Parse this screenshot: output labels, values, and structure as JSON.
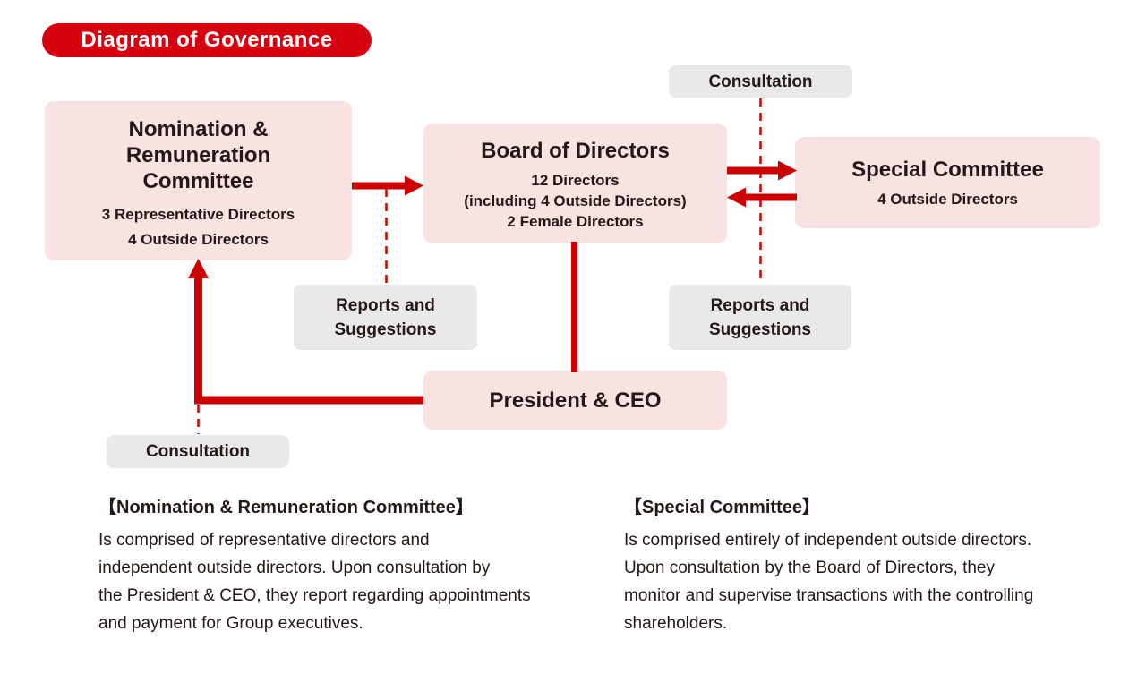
{
  "colors": {
    "badge-red": "#d7000f",
    "red": "#cc0202",
    "pink": "#f8e2e2",
    "gray": "#e9e9e9",
    "text": "#231815",
    "background": "#ffffff"
  },
  "header": {
    "title": "Diagram of Governance"
  },
  "diagram": {
    "nomination": {
      "title": "Nomination &\nRemuneration\nCommittee",
      "details": "3 Representative Directors\n4 Outside Directors"
    },
    "board": {
      "title": "Board of Directors",
      "details": "12 Directors\n(including 4 Outside Directors)\n2 Female Directors"
    },
    "special": {
      "title": "Special Committee",
      "details": "4 Outside Directors"
    },
    "president": {
      "title": "President & CEO"
    },
    "labels": {
      "consultation_top": "Consultation",
      "reports_left": "Reports and\nSuggestions",
      "reports_right": "Reports and\nSuggestions",
      "consultation_bottom": "Consultation"
    },
    "connections": [
      {
        "from": "Nomination & Remuneration Committee",
        "to": "Board of Directors",
        "style": "solid-arrow"
      },
      {
        "from": "Board of Directors",
        "to": "Special Committee",
        "style": "solid-arrow"
      },
      {
        "from": "Special Committee",
        "to": "Board of Directors",
        "style": "solid-arrow"
      },
      {
        "from": "Board of Directors",
        "to": "President & CEO",
        "style": "solid-line"
      },
      {
        "from": "President & CEO",
        "to": "Nomination & Remuneration Committee",
        "style": "solid-arrow",
        "label": "Consultation"
      },
      {
        "from": "Consultation",
        "to": "Reports and Suggestions",
        "style": "dashed-line"
      }
    ]
  },
  "descriptions": {
    "nomination": {
      "heading": "【Nomination & Remuneration Committee】",
      "body": "Is comprised of representative directors and\nindependent outside directors. Upon consultation by\nthe President & CEO, they report regarding appointments\nand payment for Group executives."
    },
    "special": {
      "heading": "【Special Committee】",
      "body": "Is comprised entirely of independent outside directors.\nUpon consultation by the Board of Directors, they\nmonitor and supervise transactions with the controlling\nshareholders."
    }
  }
}
